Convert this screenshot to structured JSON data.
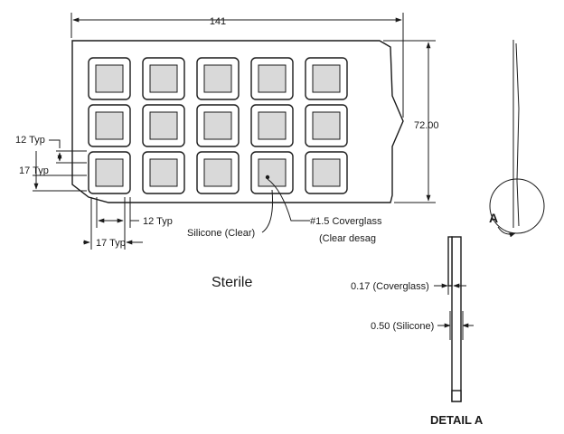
{
  "dimensions": {
    "overall_width": "141",
    "overall_height": "72.00",
    "well_pitch_vertical": "12 Typ",
    "well_size_vertical": "17 Typ",
    "well_pitch_horizontal": "12 Typ",
    "well_size_horizontal": "17 Typ"
  },
  "callouts": {
    "silicone": "Silicone (Clear)",
    "coverglass_line1": "#1.5 Coverglass",
    "coverglass_line2": "(Clear desag"
  },
  "sterile_label": "Sterile",
  "detail": {
    "marker": "A",
    "title": "DETAIL A",
    "coverglass_thickness": "0.17 (Coverglass)",
    "silicone_thickness": "0.50 (Silicone)"
  },
  "wells": {
    "rows": 3,
    "columns": 5,
    "highlighted_row": 2,
    "highlighted_column": 3
  },
  "colors": {
    "line": "#1a1a1a",
    "well_fill": "#d9d9d9",
    "background": "#ffffff"
  }
}
